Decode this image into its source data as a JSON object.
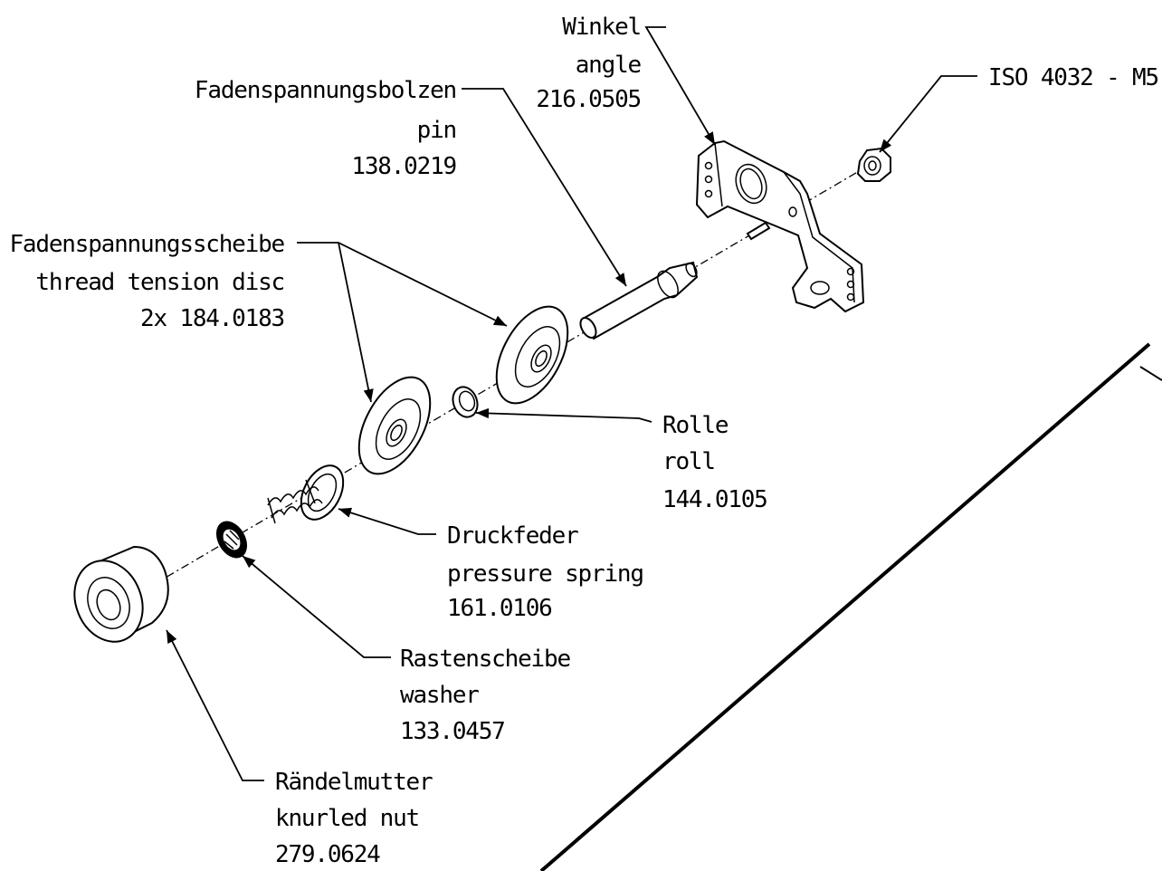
{
  "callouts": {
    "winkel": [
      "Winkel",
      "angle",
      "216.0505"
    ],
    "nut": [
      "ISO 4032 - M5"
    ],
    "bolzen": [
      "Fadenspannungsbolzen",
      "pin",
      "138.0219"
    ],
    "scheibe": [
      "Fadenspannungsscheibe",
      "thread tension disc",
      "2x 184.0183"
    ],
    "rolle": [
      "Rolle",
      "roll",
      "144.0105"
    ],
    "feder": [
      "Druckfeder",
      "pressure spring",
      "161.0106"
    ],
    "raste": [
      "Rastenscheibe",
      "washer",
      "133.0457"
    ],
    "rmutter": [
      "Rändelmutter",
      "knurled nut",
      "279.0624"
    ]
  }
}
